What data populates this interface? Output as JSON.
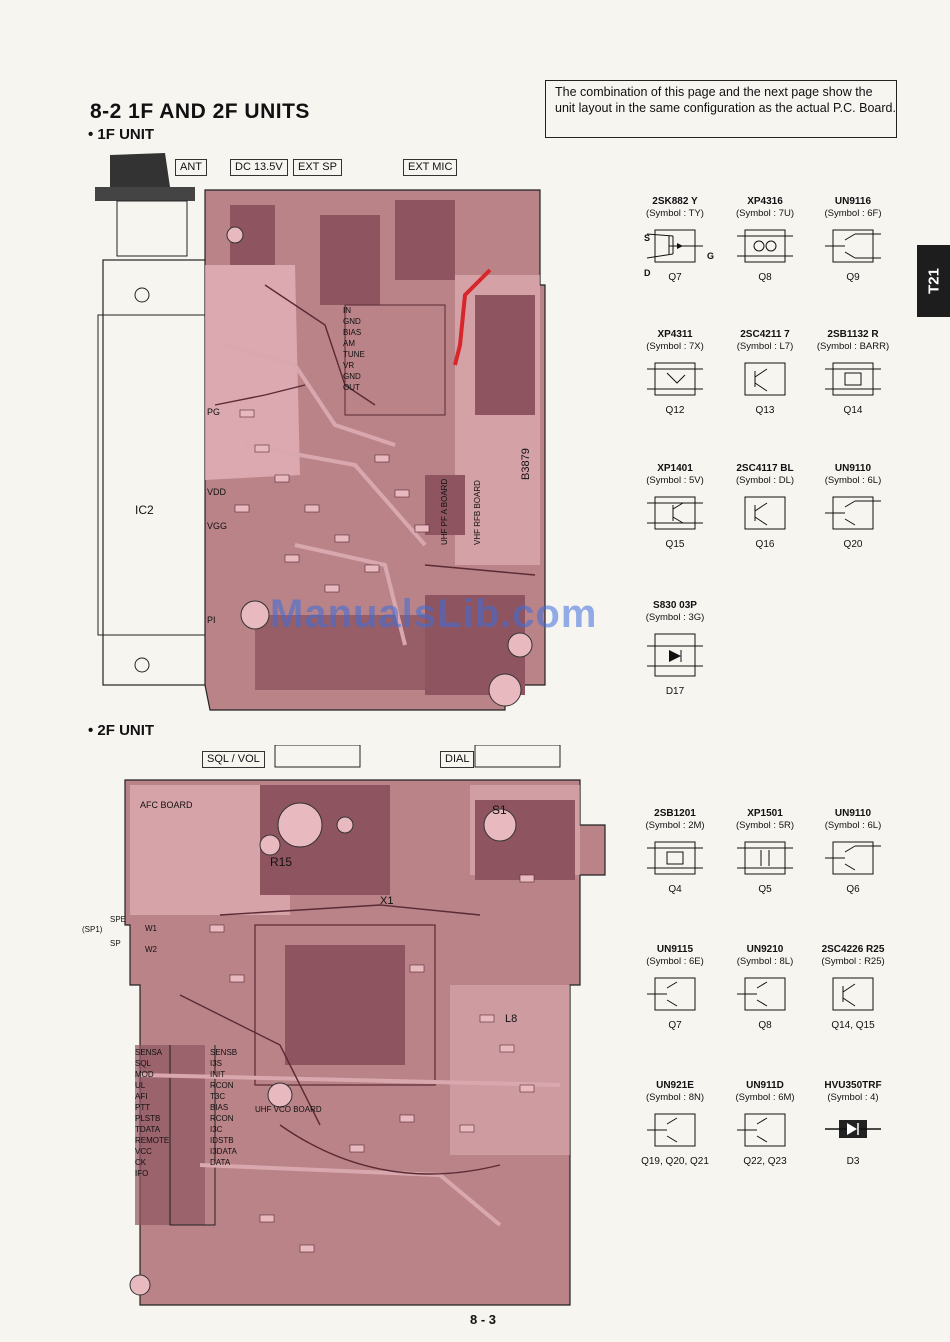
{
  "heading": {
    "title": "8-2  1F AND 2F UNITS",
    "unit1": "• 1F UNIT",
    "unit2": "• 2F UNIT"
  },
  "note": {
    "text": "The combination of this page and the next page show the unit layout in the same configuration as the actual P.C. Board."
  },
  "side_tab": "T21",
  "page_number": "8 - 3",
  "watermark": "ManualsLib.com",
  "unit1": {
    "connectors": [
      "ANT",
      "DC 13.5V",
      "EXT SP",
      "EXT MIC"
    ],
    "ic_label": "IC2",
    "pin_labels": [
      "PG",
      "VDD",
      "VGG",
      "PI"
    ],
    "board_labels": [
      "UHF PF A BOARD",
      "VHF RFB BOARD",
      "B3879"
    ],
    "signal_labels": [
      "IN",
      "GND",
      "BIAS",
      "AM",
      "TUNE",
      "VR",
      "GND",
      "OUT"
    ],
    "components": [
      {
        "part": "2SK882  Y",
        "symbol": "(Symbol : TY)",
        "ref": "Q7",
        "pins": [
          "S",
          "D",
          "G"
        ]
      },
      {
        "part": "XP4316",
        "symbol": "(Symbol : 7U)",
        "ref": "Q8"
      },
      {
        "part": "UN9116",
        "symbol": "(Symbol : 6F)",
        "ref": "Q9"
      },
      {
        "part": "XP4311",
        "symbol": "(Symbol : 7X)",
        "ref": "Q12"
      },
      {
        "part": "2SC4211  7",
        "symbol": "(Symbol : L7)",
        "ref": "Q13"
      },
      {
        "part": "2SB1132  R",
        "symbol": "(Symbol : BARR)",
        "ref": "Q14"
      },
      {
        "part": "XP1401",
        "symbol": "(Symbol : 5V)",
        "ref": "Q15"
      },
      {
        "part": "2SC4117  BL",
        "symbol": "(Symbol : DL)",
        "ref": "Q16"
      },
      {
        "part": "UN9110",
        "symbol": "(Symbol : 6L)",
        "ref": "Q20"
      },
      {
        "part": "S830  03P",
        "symbol": "(Symbol : 3G)",
        "ref": "D17"
      }
    ]
  },
  "unit2": {
    "connectors": [
      "SQL / VOL",
      "DIAL"
    ],
    "board_labels": [
      "AFC BOARD",
      "UHF VCO BOARD",
      "R15",
      "S1",
      "L8",
      "X1"
    ],
    "side_labels": [
      "SPE",
      "SP",
      "W1",
      "W2",
      "(SP1)"
    ],
    "signal_labels": [
      "SENSA",
      "SQL",
      "MOD",
      "UL",
      "AFI",
      "PTT",
      "PLSTB",
      "TDATA",
      "REMOTE",
      "VCC",
      "CK",
      "IFO"
    ],
    "signal_labels_right": [
      "SENSB",
      "I3S",
      "INIT",
      "RCON",
      "T3C",
      "BIAS",
      "RCON",
      "I3C",
      "IDSTB",
      "I3DATA",
      "DATA"
    ],
    "components": [
      {
        "part": "2SB1201",
        "symbol": "(Symbol : 2M)",
        "ref": "Q4"
      },
      {
        "part": "XP1501",
        "symbol": "(Symbol : 5R)",
        "ref": "Q5"
      },
      {
        "part": "UN9110",
        "symbol": "(Symbol : 6L)",
        "ref": "Q6"
      },
      {
        "part": "UN9115",
        "symbol": "(Symbol : 6E)",
        "ref": "Q7"
      },
      {
        "part": "UN9210",
        "symbol": "(Symbol : 8L)",
        "ref": "Q8"
      },
      {
        "part": "2SC4226  R25",
        "symbol": "(Symbol : R25)",
        "ref": "Q14, Q15"
      },
      {
        "part": "UN921E",
        "symbol": "(Symbol : 8N)",
        "ref": "Q19, Q20, Q21"
      },
      {
        "part": "UN911D",
        "symbol": "(Symbol : 6M)",
        "ref": "Q22, Q23"
      },
      {
        "part": "HVU350TRF",
        "symbol": "(Symbol : 4)",
        "ref": "D3"
      }
    ]
  },
  "colors": {
    "board_fill": "#b98388",
    "board_dark": "#8e5560",
    "board_pink": "#e9b9c0",
    "trace_light": "#d9a8ae",
    "trace_red": "#d8262a",
    "paper": "#f7f5f0",
    "ink": "#111111"
  }
}
